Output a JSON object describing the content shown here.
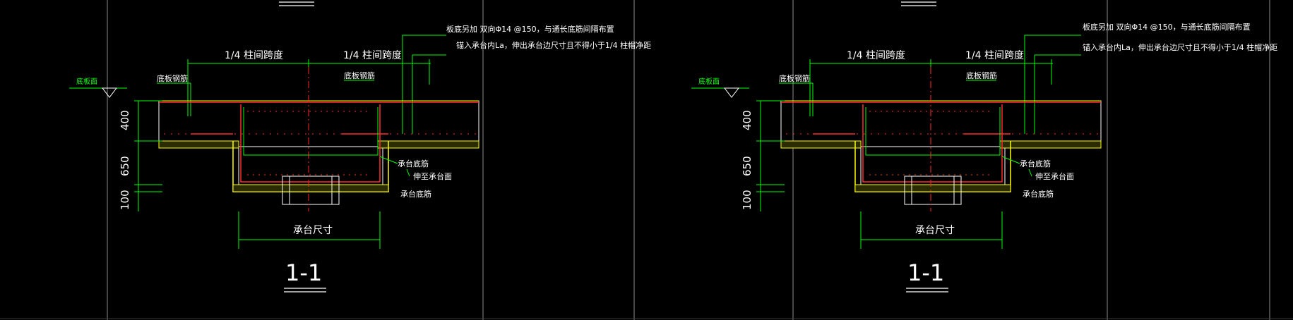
{
  "colors": {
    "background": "#000000",
    "gridline": "#9a9a9a",
    "dimension": "#00ff00",
    "rebar_red": "#ff2a2a",
    "concrete": "#ffff00",
    "outline_white": "#ffffff",
    "leader_green": "#00ff00"
  },
  "drawing": {
    "views": [
      {
        "id": "left",
        "note_line_1": "板底另加  双向Φ14 @150，与通长底筋间隔布置",
        "note_line_2": "锚入承台内La，伸出承台边尺寸且不得小于1/4 柱帽净距",
        "span_left": "1/4 柱间跨度",
        "span_right": "1/4 柱间跨度",
        "label_slab_bottom_face": "底板面",
        "label_bottom_rebar_left": "底板钢筋",
        "label_bottom_rebar_right": "底板钢筋",
        "label_cap_bottom_rebar_1": "承台底筋",
        "label_extend_to_cap_face": "伸至承台面",
        "label_cap_bottom_rebar_2": "承台底筋",
        "dim_400": "400",
        "dim_650": "650",
        "dim_100": "100",
        "label_cap_size": "承台尺寸",
        "section_mark": "1-1"
      },
      {
        "id": "right",
        "note_line_1": "板底另加  双向Φ14 @150，与通长底筋间隔布置",
        "note_line_2": "锚入承台内La，伸出承台边尺寸且不得小于1/4 柱帽净距",
        "span_left": "1/4 柱间跨度",
        "span_right": "1/4 柱间跨度",
        "label_slab_bottom_face": "底板面",
        "label_bottom_rebar_left": "底板钢筋",
        "label_bottom_rebar_right": "底板钢筋",
        "label_cap_bottom_rebar_1": "承台底筋",
        "label_extend_to_cap_face": "伸至承台面",
        "label_cap_bottom_rebar_2": "承台底筋",
        "dim_400": "400",
        "dim_650": "650",
        "dim_100": "100",
        "label_cap_size": "承台尺寸",
        "section_mark": "1-1"
      }
    ]
  }
}
